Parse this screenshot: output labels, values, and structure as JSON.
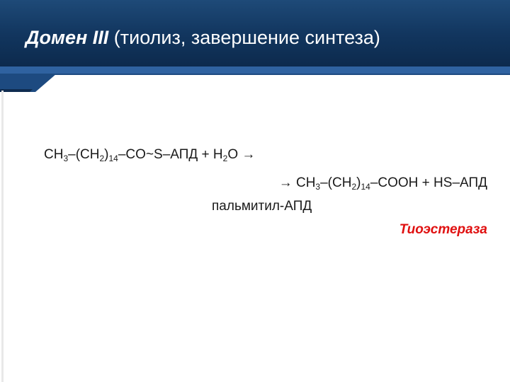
{
  "slide": {
    "title_bold": "Домен III",
    "title_rest": " (тиолиз, завершение синтеза)"
  },
  "reaction": {
    "line1": {
      "t1": "CH",
      "s1": "3",
      "t2": "–(CH",
      "s2": "2",
      "t3": ")",
      "s3": "14",
      "t4": "–CO~S–АПД + H",
      "s4": "2",
      "t5": "O →"
    },
    "line2": {
      "t1": "→ CH",
      "s1": "3",
      "t2": "–(CH",
      "s2": "2",
      "t3": ")",
      "s3": "14",
      "t4": "–COOH + HS–АПД"
    },
    "substrate_name": "пальмитил-АПД",
    "enzyme": "Тиоэстераза"
  },
  "colors": {
    "header_bg": "#12365f",
    "header_band": "#2a5a92",
    "enzyme_text": "#e01010"
  }
}
